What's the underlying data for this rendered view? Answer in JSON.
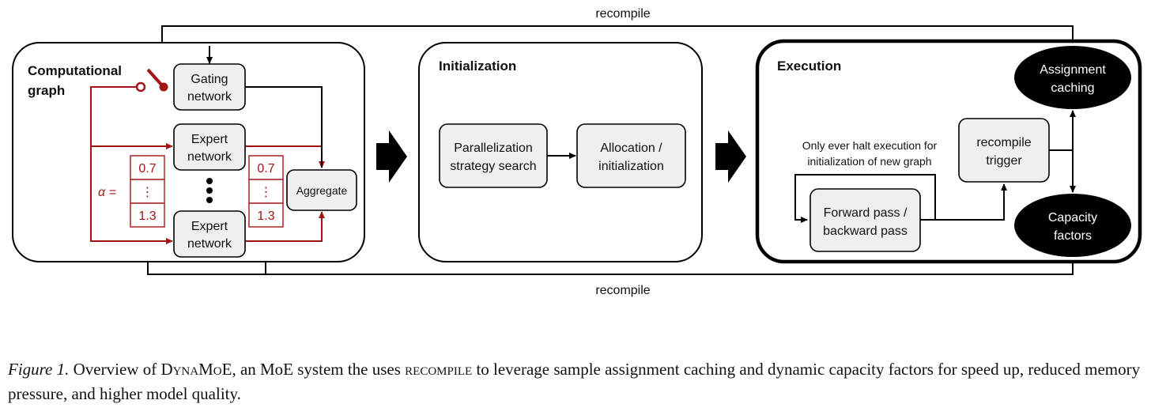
{
  "diagram": {
    "recompile_top": "recompile",
    "recompile_bottom": "recompile",
    "panel1": {
      "title_line1": "Computational",
      "title_line2": "graph",
      "gating_line1": "Gating",
      "gating_line2": "network",
      "expert1_line1": "Expert",
      "expert1_line2": "network",
      "expert2_line1": "Expert",
      "expert2_line2": "network",
      "aggregate": "Aggregate",
      "alpha_label": "α =",
      "alpha_values": [
        "0.7",
        "⋮",
        "1.3"
      ],
      "alpha_values_right": [
        "0.7",
        "⋮",
        "1.3"
      ]
    },
    "panel2": {
      "title": "Initialization",
      "search_line1": "Parallelization",
      "search_line2": "strategy search",
      "alloc_line1": "Allocation /",
      "alloc_line2": "initialization"
    },
    "panel3": {
      "title": "Execution",
      "note_line1": "Only ever halt execution for",
      "note_line2": "initialization of new graph",
      "trigger_line1": "recompile",
      "trigger_line2": "trigger",
      "fwd_line1": "Forward pass /",
      "fwd_line2": "backward pass",
      "assign_line1": "Assignment",
      "assign_line2": "caching",
      "capacity_line1": "Capacity",
      "capacity_line2": "factors"
    },
    "colors": {
      "red": "#a31515",
      "box_fill": "#efefef",
      "black": "#000000"
    }
  },
  "caption": {
    "label": "Figure 1.",
    "part1": " Overview of ",
    "system_name": "DynaMoE",
    "part2": ", an MoE system the uses ",
    "recompile_word": "recompile",
    "part3": " to leverage sample assignment caching and dynamic capacity factors for speed up, reduced memory pressure, and higher model quality."
  }
}
